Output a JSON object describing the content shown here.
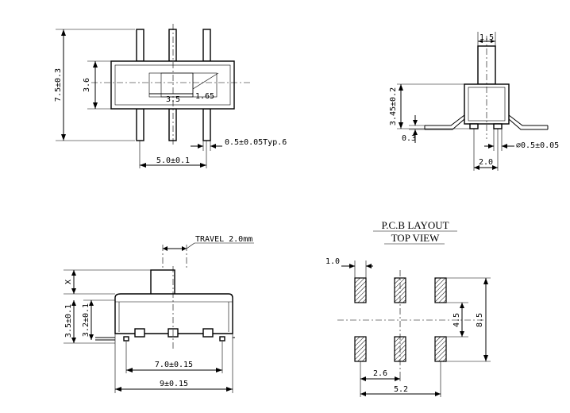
{
  "front_view": {
    "height_label": "7.5±0.3",
    "body_height_label": "3.6",
    "slot_label": "3.5",
    "actuator_label": "1.65",
    "pin_width_label": "0.5±0.05Typ.6",
    "pitch_label": "5.0±0.1"
  },
  "side_view": {
    "actuator_width_label": "1.5",
    "height_label": "3.45±0.2",
    "offset_label": "0.3",
    "pin_spacing_label": "2.0",
    "pin_diameter_label": "⌀0.5±0.05"
  },
  "bottom_side_view": {
    "travel_label": "TRAVEL 2.0mm",
    "x_label": "X",
    "height1_label": "3.5±0.1",
    "height2_label": "3.2±0.1",
    "inner_width_label": "7.0±0.15",
    "total_width_label": "9±0.15"
  },
  "pcb_layout": {
    "title": "P.C.B LAYOUT",
    "subtitle": "TOP VIEW",
    "pad_width_label": "1.0",
    "pad_pitch_label": "2.6",
    "row_gap_label": "4.5",
    "total_height_label": "8.5",
    "total_width_label": "5.2"
  }
}
